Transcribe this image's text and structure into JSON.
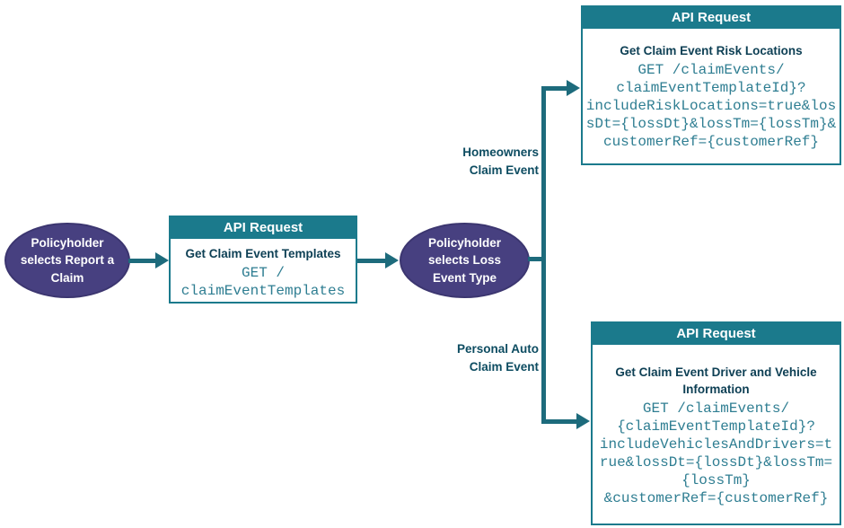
{
  "diagram": {
    "start_ellipse": {
      "label": "Policyholder\nselects Report a\nClaim"
    },
    "loss_ellipse": {
      "label": "Policyholder\nselects Loss\nEvent Type"
    },
    "templates_box": {
      "header": "API Request",
      "title": "Get Claim Event Templates",
      "code": "GET /\nclaimEventTemplates"
    },
    "risk_box": {
      "header": "API Request",
      "title": "Get Claim Event Risk Locations",
      "code": "GET /claimEvents/\nclaimEventTemplateId}?\nincludeRiskLocations=true&los\nsDt={lossDt}&lossTm={lossTm}&\ncustomerRef={customerRef}"
    },
    "vehicle_box": {
      "header": "API Request",
      "title": "Get Claim Event Driver and Vehicle Information",
      "code": "GET /claimEvents/\n{claimEventTemplateId}?\nincludeVehiclesAndDrivers=t\nrue&lossDt={lossDt}&lossTm=\n{lossTm}\n&customerRef={customerRef}"
    },
    "homeowners_label": "Homeowners\nClaim Event",
    "personal_auto_label": "Personal Auto\nClaim Event"
  },
  "colors": {
    "teal_header": "#1b7a8c",
    "teal_line": "#1d6b7c",
    "purple_ellipse": "#474080",
    "title_text": "#0d3f54",
    "code_text": "#2f7e92",
    "label_text": "#0d4c61"
  }
}
